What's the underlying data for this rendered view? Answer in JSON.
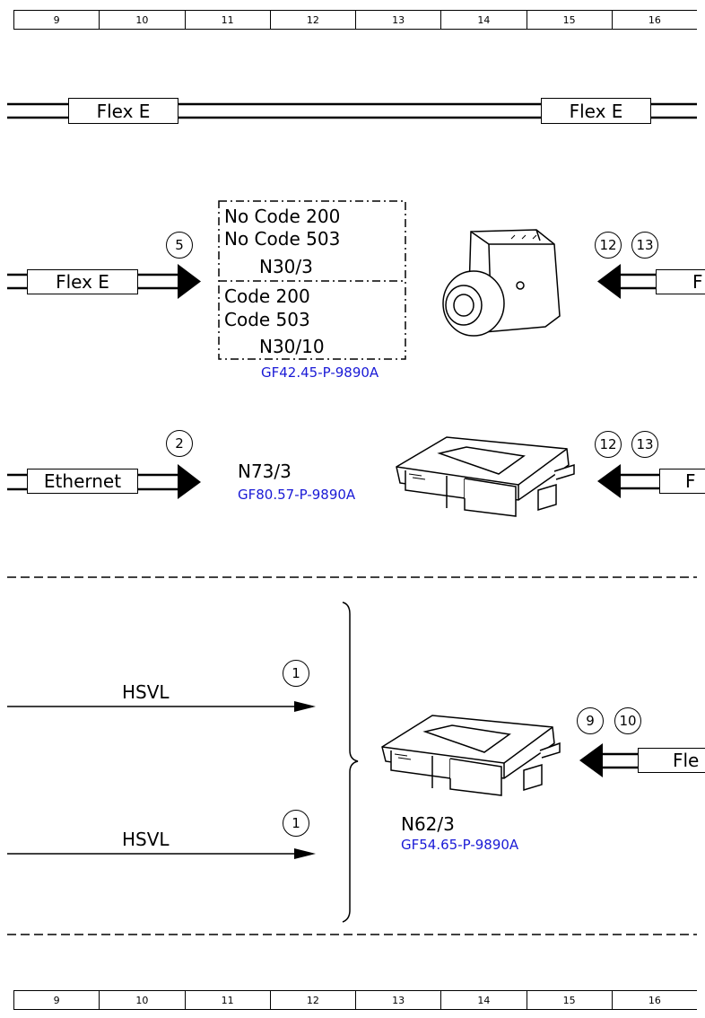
{
  "ruler": {
    "columns": [
      "9",
      "10",
      "11",
      "12",
      "13",
      "14",
      "15",
      "16"
    ]
  },
  "bus_top": {
    "left_label": "Flex E",
    "right_label": "Flex E"
  },
  "group_n30": {
    "input_label": "Flex E",
    "input_pin": "5",
    "right_pins": [
      "12",
      "13"
    ],
    "right_bus_label": "F",
    "variant_a": {
      "line1": "No Code 200",
      "line2": "No Code 503",
      "component": "N30/3"
    },
    "variant_b": {
      "line1": "Code 200",
      "line2": "Code 503",
      "component": "N30/10"
    },
    "reference": "GF42.45-P-9890A"
  },
  "group_n73": {
    "input_label": "Ethernet",
    "input_pin": "2",
    "component": "N73/3",
    "reference": "GF80.57-P-9890A",
    "right_pins": [
      "12",
      "13"
    ],
    "right_bus_label": "F"
  },
  "group_n62": {
    "signal_1": {
      "label": "HSVL",
      "pin": "1"
    },
    "signal_2": {
      "label": "HSVL",
      "pin": "1"
    },
    "component": "N62/3",
    "reference": "GF54.65-P-9890A",
    "right_pins": [
      "9",
      "10"
    ],
    "right_bus_label": "Fle"
  }
}
